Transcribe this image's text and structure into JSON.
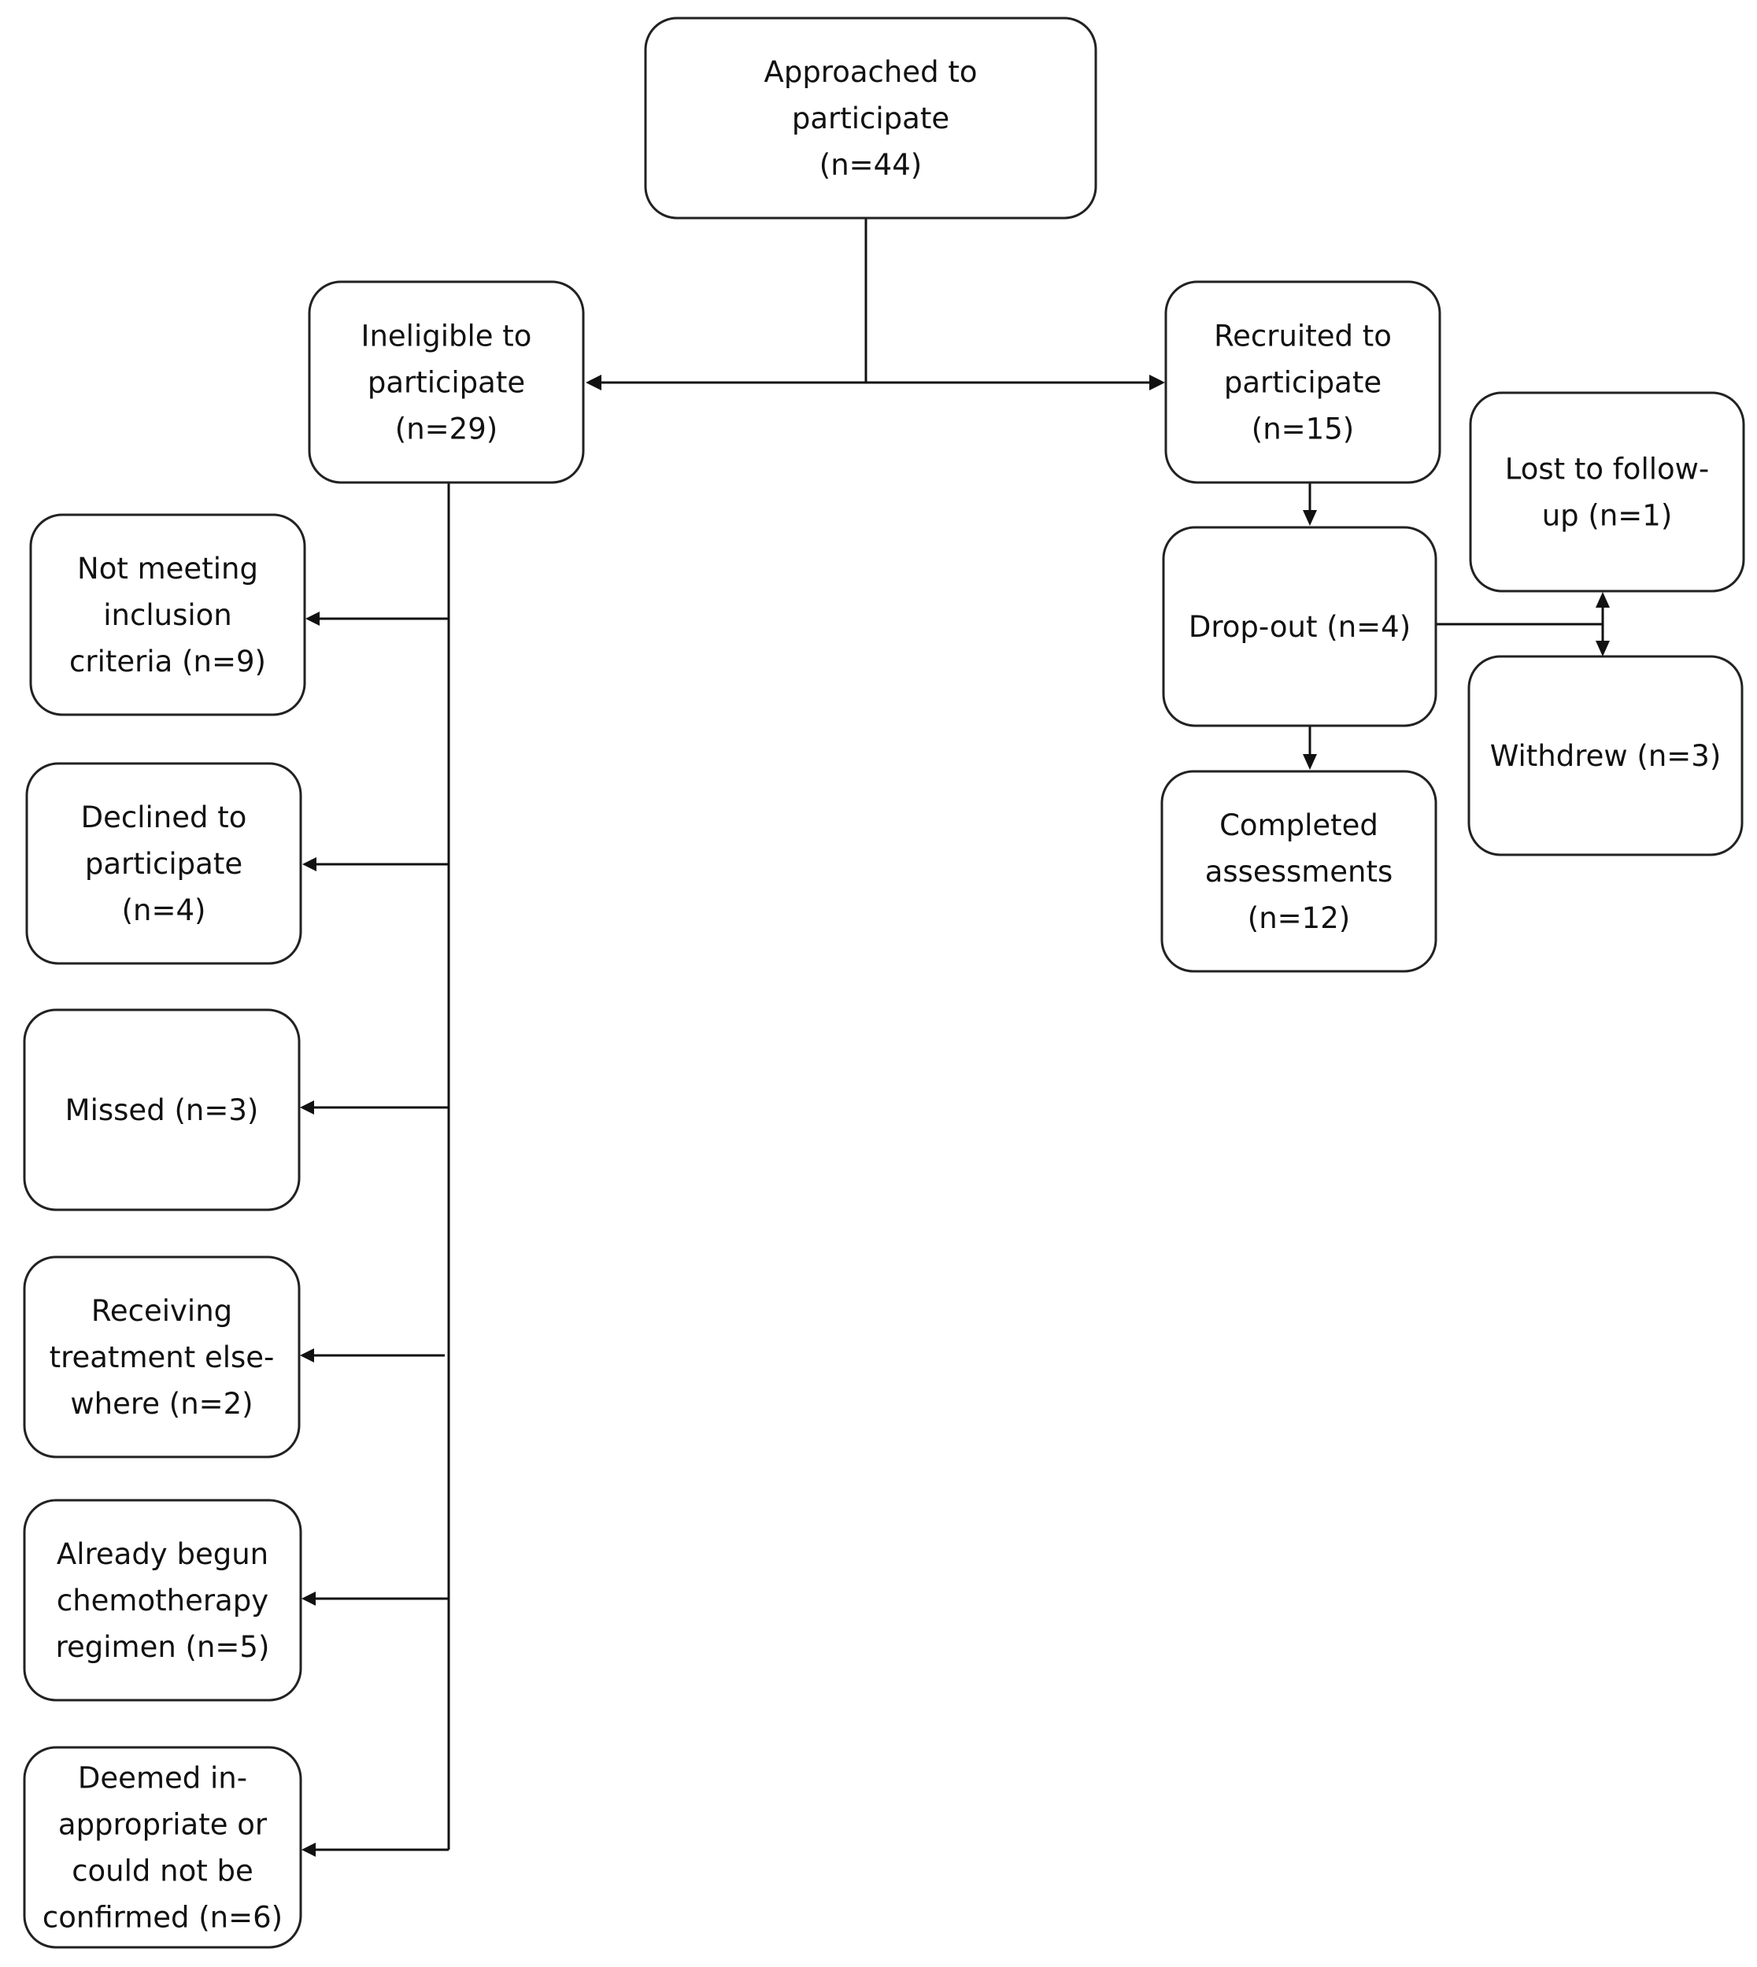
{
  "nodes": {
    "approached": {
      "lines": [
        "Approached to",
        "participate",
        "(n=44)"
      ]
    },
    "ineligible": {
      "lines": [
        "Ineligible to",
        "participate",
        "(n=29)"
      ]
    },
    "recruited": {
      "lines": [
        "Recruited to",
        "participate",
        "(n=15)"
      ]
    },
    "not_meeting": {
      "lines": [
        "Not meeting",
        "inclusion",
        "criteria (n=9)"
      ]
    },
    "declined": {
      "lines": [
        "Declined to",
        "participate",
        "(n=4)"
      ]
    },
    "missed": {
      "lines": [
        "Missed (n=3)"
      ]
    },
    "elsewhere": {
      "lines": [
        "Receiving",
        "treatment else-",
        "where (n=2)"
      ]
    },
    "begun_chemo": {
      "lines": [
        "Already begun",
        "chemotherapy",
        "regimen (n=5)"
      ]
    },
    "inappropriate": {
      "lines": [
        "Deemed in-",
        "appropriate or",
        "could not be",
        "confirmed (n=6)"
      ]
    },
    "dropout": {
      "lines": [
        "Drop-out (n=4)"
      ]
    },
    "lost": {
      "lines": [
        "Lost to follow-",
        "up (n=1)"
      ]
    },
    "withdrew": {
      "lines": [
        "Withdrew (n=3)"
      ]
    },
    "completed": {
      "lines": [
        "Completed",
        "assessments",
        "(n=12)"
      ]
    }
  },
  "colors": {
    "line": "#111111",
    "box_border": "#222222",
    "text": "#111111"
  }
}
